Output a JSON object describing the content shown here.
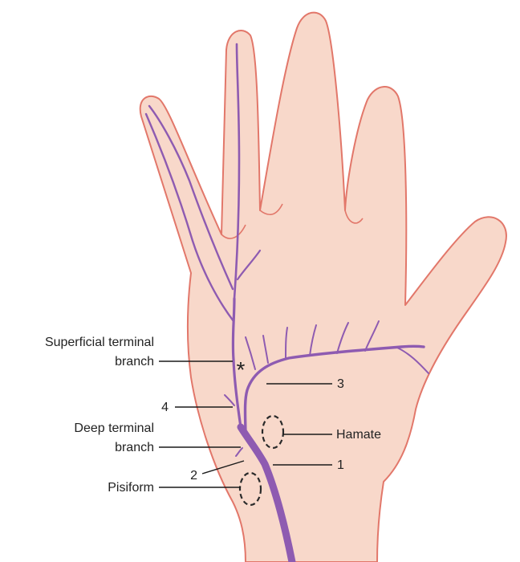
{
  "colors": {
    "skin_fill": "#f8d8ca",
    "skin_outline": "#e2776a",
    "nerve": "#8e5bb1",
    "leader": "#1a1a1a",
    "text": "#222222"
  },
  "labels": {
    "superficial_line1": "Superficial terminal",
    "superficial_line2": "branch",
    "deep_line1": "Deep terminal",
    "deep_line2": "branch",
    "pisiform": "Pisiform",
    "hamate": "Hamate",
    "asterisk": "*",
    "n1": "1",
    "n2": "2",
    "n3": "3",
    "n4": "4"
  }
}
